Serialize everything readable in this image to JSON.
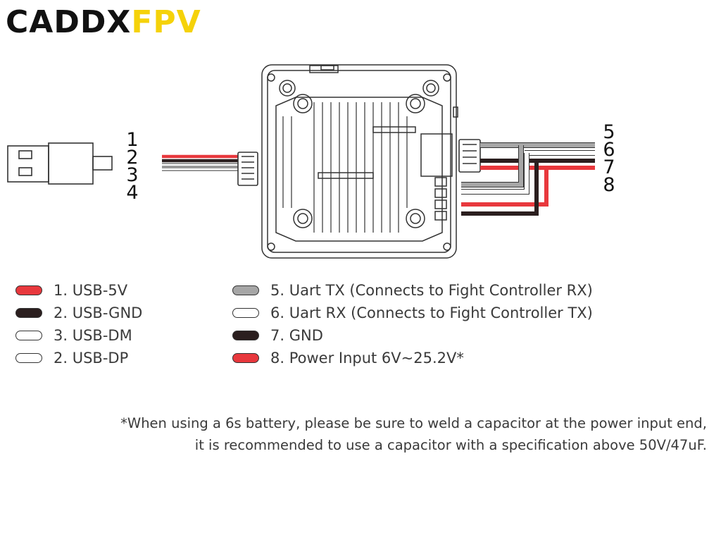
{
  "logo": {
    "part1": "CADDX",
    "part2": "FPV",
    "color_dark": "#111111",
    "color_accent": "#f5d20a"
  },
  "usb_pins": [
    "1",
    "2",
    "3",
    "4"
  ],
  "uart_pins": [
    "5",
    "6",
    "7",
    "8"
  ],
  "wire_colors": {
    "red": "#e8383d",
    "black": "#2b1f1f",
    "white": "#ffffff",
    "gray": "#a6a6a6"
  },
  "legend_left": [
    {
      "label": "1. USB-5V",
      "color": "#e8383d"
    },
    {
      "label": "2. USB-GND",
      "color": "#2b1f1f"
    },
    {
      "label": "3. USB-DM",
      "color": "#ffffff"
    },
    {
      "label": "2. USB-DP",
      "color": "#ffffff"
    }
  ],
  "legend_right": [
    {
      "label": "5. Uart TX (Connects to Fight Controller RX)",
      "color": "#a6a6a6"
    },
    {
      "label": "6. Uart RX (Connects to Fight Controller TX)",
      "color": "#ffffff"
    },
    {
      "label": "7. GND",
      "color": "#2b1f1f"
    },
    {
      "label": "8. Power Input 6V~25.2V*",
      "color": "#e8383d"
    }
  ],
  "note": {
    "line1": "*When using a 6s battery, please be sure to weld a capacitor at the power input end,",
    "line2": "it is recommended to use a capacitor with a specification above 50V/47uF."
  }
}
